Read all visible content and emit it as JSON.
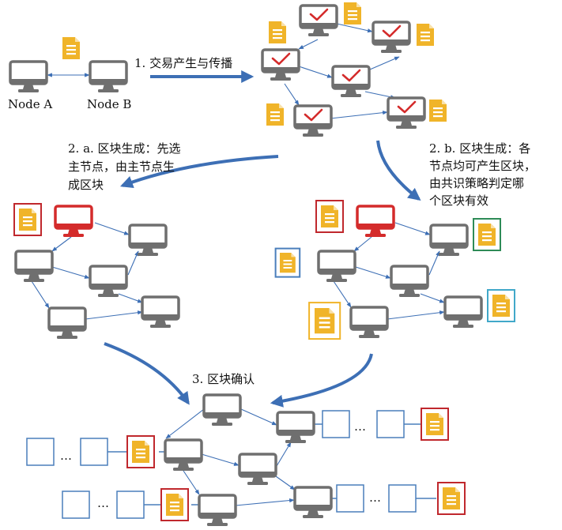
{
  "labels": {
    "node_a": "Node A",
    "node_b": "Node B",
    "step1": "1. 交易产生与传播",
    "step2a_line1": "2. a. 区块生成：先选",
    "step2a_line2": "主节点，由主节点生",
    "step2a_line3": "成区块",
    "step2b_line1": "2. b. 区块生成：各",
    "step2b_line2": "节点均可产生区块，",
    "step2b_line3": "由共识策略判定哪",
    "step2b_line4": "个区块有效",
    "step3": "3. 区块确认",
    "ellipsis": "…"
  },
  "colors": {
    "monitor": "#6f6f6f",
    "leader": "#d42b2b",
    "check": "#d42b2b",
    "doc": "#f0b429",
    "link": "#3d6fb5",
    "flow_arrow": "#3d6fb5",
    "block_border": "#4a7ebb",
    "frame_red": "#c0282d",
    "frame_blue": "#4a7ebb",
    "frame_green": "#2e8b57",
    "frame_gold": "#f0b429",
    "frame_cyan": "#41a8c9"
  },
  "icons": [
    "monitor-icon",
    "document-icon",
    "checkmark-icon"
  ]
}
